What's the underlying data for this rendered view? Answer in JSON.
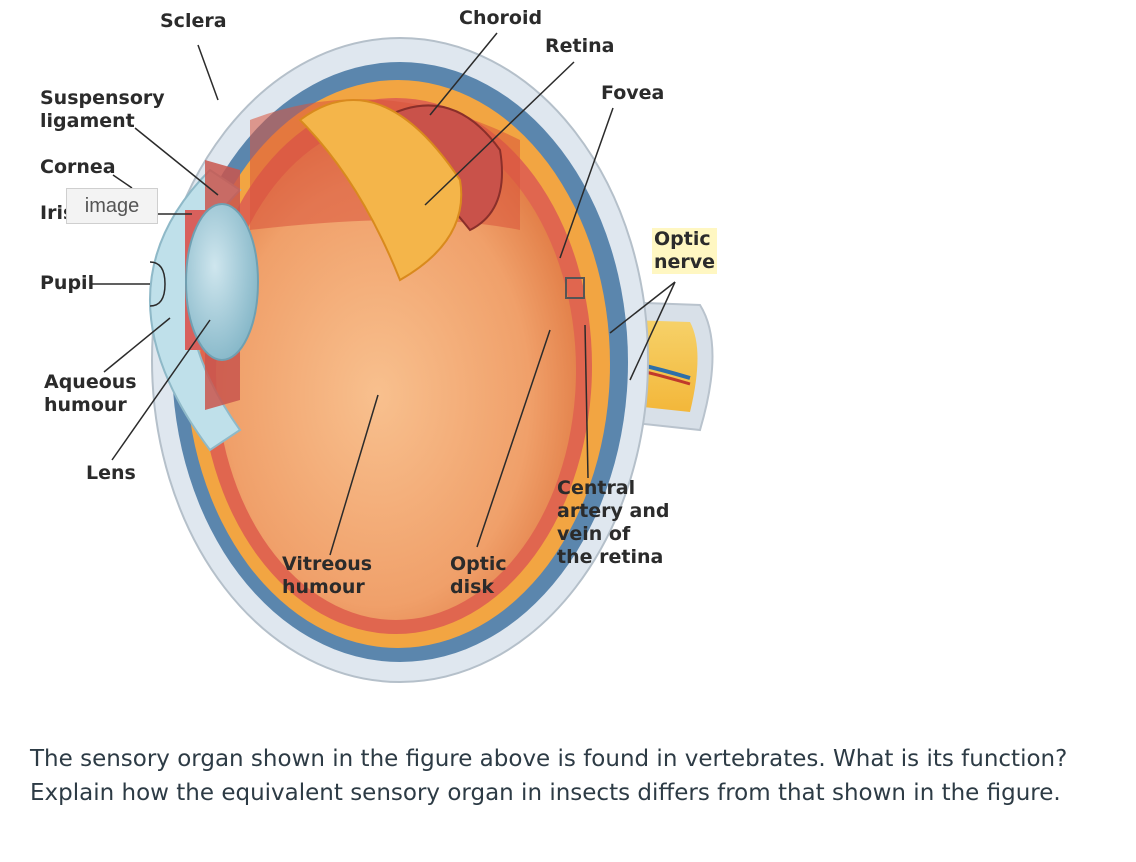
{
  "labels": {
    "sclera": "Sclera",
    "choroid": "Choroid",
    "retina": "Retina",
    "fovea": "Fovea",
    "suspensory_ligament": "Suspensory\nligament",
    "cornea": "Cornea",
    "iris": "Iris",
    "pupil": "Pupil",
    "aqueous_humour": "Aqueous\nhumour",
    "lens": "Lens",
    "optic_nerve": "Optic\nnerve",
    "vitreous_humour": "Vitreous\nhumour",
    "optic_disk": "Optic\ndisk",
    "central_artery": "Central\nartery and\nvein of\nthe retina"
  },
  "image_tag": "image",
  "question": "The sensory organ shown in the figure above is found in vertebrates.  What is its function?  Explain how the equivalent sensory organ in insects differs from that shown in the figure.",
  "colors": {
    "sclera": "#dfe7ef",
    "choroid": "#5b86ad",
    "retina": "#f2a542",
    "vitreous": "#f0a06a",
    "cornea": "#bfe0ea",
    "lens": "#9fcbd8",
    "iris": "#d8605c"
  }
}
